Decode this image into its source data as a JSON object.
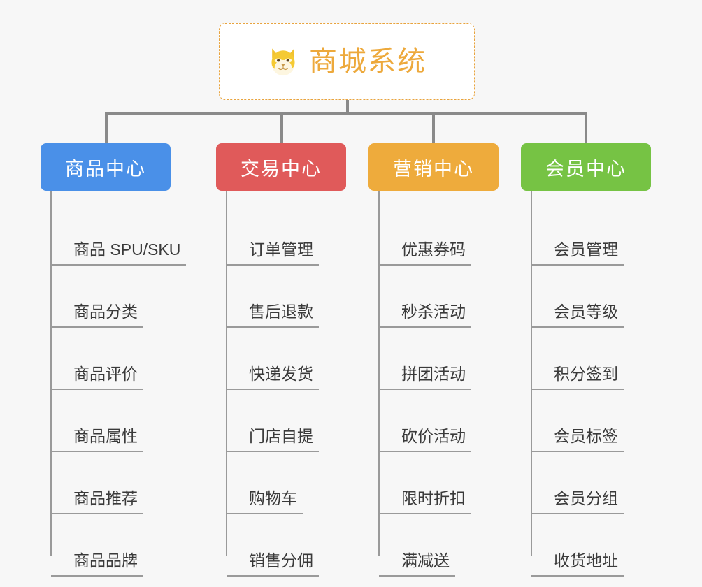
{
  "root": {
    "title": "商城系统",
    "icon": "dog-face-icon",
    "border_color": "#e8a33d",
    "text_color": "#eda93c",
    "background": "#ffffff"
  },
  "canvas": {
    "background": "#f7f7f7",
    "connector_color": "#8a8a8a"
  },
  "categories": [
    {
      "label": "商品中心",
      "color": "#4a90e8",
      "items": [
        "商品 SPU/SKU",
        "商品分类",
        "商品评价",
        "商品属性",
        "商品推荐",
        "商品品牌"
      ]
    },
    {
      "label": "交易中心",
      "color": "#e05a5a",
      "items": [
        "订单管理",
        "售后退款",
        "快递发货",
        "门店自提",
        "购物车",
        "销售分佣"
      ]
    },
    {
      "label": "营销中心",
      "color": "#eeab3c",
      "items": [
        "优惠券码",
        "秒杀活动",
        "拼团活动",
        "砍价活动",
        "限时折扣",
        "满减送"
      ]
    },
    {
      "label": "会员中心",
      "color": "#76c344",
      "items": [
        "会员管理",
        "会员等级",
        "积分签到",
        "会员标签",
        "会员分组",
        "收货地址"
      ]
    }
  ]
}
